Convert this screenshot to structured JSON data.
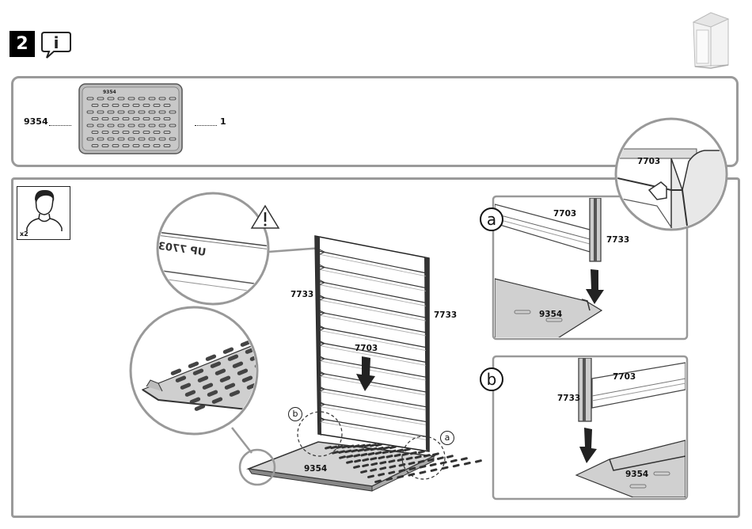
{
  "header": {
    "step_number": "2",
    "info_glyph": "i"
  },
  "parts": {
    "part_code": "9354",
    "part_quantity": "1",
    "part_stamp": "9354"
  },
  "team": {
    "people_count": "x2"
  },
  "main": {
    "panel_label_left": "7733",
    "panel_label_right": "7733",
    "panel_center_label": "7703",
    "floor_label": "9354",
    "callout_b": "b",
    "callout_a": "a",
    "stamp_text": "UP 7703"
  },
  "detail_a": {
    "letter": "a",
    "label_top": "7703",
    "label_side": "7733",
    "label_floor": "9354",
    "inset_label": "7703"
  },
  "detail_b": {
    "letter": "b",
    "label_top": "7703",
    "label_side": "7733",
    "label_floor": "9354"
  },
  "icons": [
    "step-number-badge",
    "info-icon",
    "shed-thumbnail-icon",
    "warning-icon",
    "person-icon",
    "down-arrow-icon"
  ]
}
